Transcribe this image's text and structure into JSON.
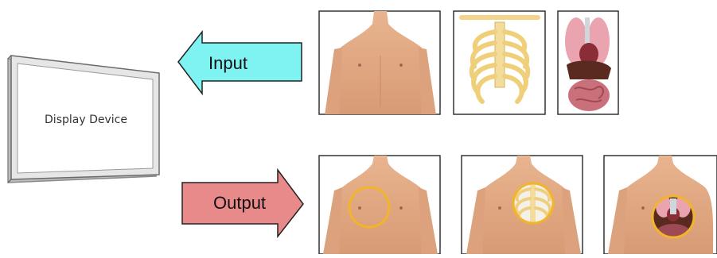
{
  "device": {
    "label": "Display Device"
  },
  "arrows": {
    "input": {
      "label": "Input",
      "fill": "#7FF2F2"
    },
    "output": {
      "label": "Output",
      "fill": "#E98A8A"
    }
  },
  "input_images": [
    "torso",
    "ribcage",
    "organs"
  ],
  "output_images": [
    "torso-circle",
    "torso-ribs-circle",
    "torso-organs-circle"
  ],
  "highlight_color": "#F2B52A"
}
